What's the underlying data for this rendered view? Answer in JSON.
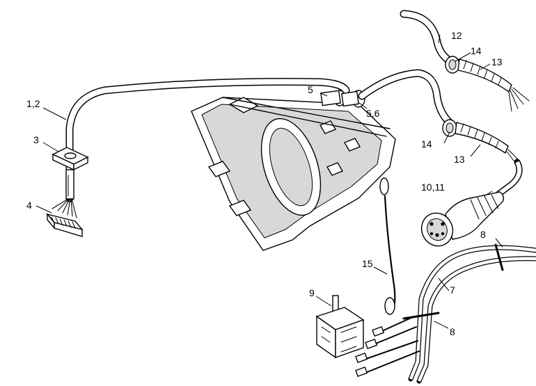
{
  "callouts": {
    "c1_2": "1,2",
    "c3": "3",
    "c4": "4",
    "c5": "5",
    "c5_6": "5,6",
    "c7": "7",
    "c8a": "8",
    "c8b": "8",
    "c9": "9",
    "c10_11": "10,11",
    "c12": "12",
    "c13a": "13",
    "c13b": "13",
    "c14a": "14",
    "c14b": "14",
    "c15": "15"
  },
  "colors": {
    "ink": "#000000",
    "background": "#ffffff"
  }
}
